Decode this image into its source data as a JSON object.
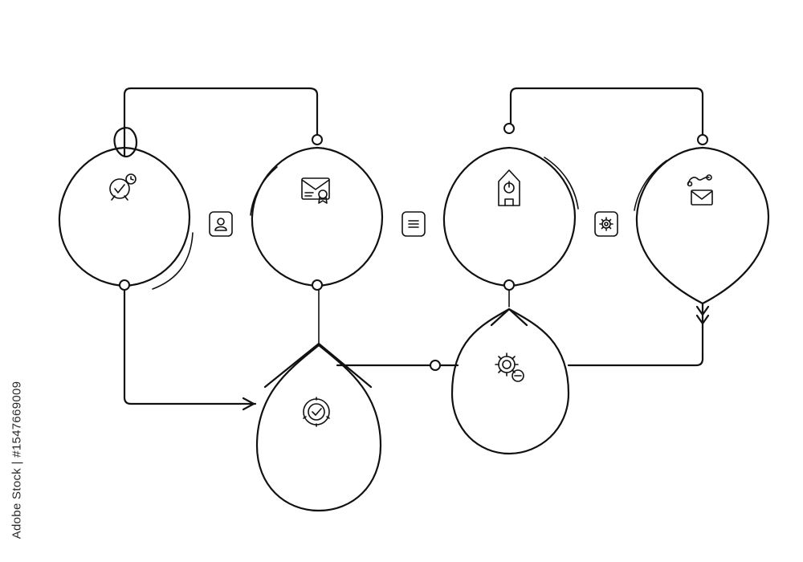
{
  "diagram": {
    "kind": "process-flow-infographic",
    "stroke_color": "#111111",
    "background_color": "#ffffff",
    "nodes": [
      {
        "id": "node-1",
        "shape": "drop-circle",
        "icon": "alarm-clock-check-icon"
      },
      {
        "id": "node-2",
        "shape": "drop-circle",
        "icon": "certificate-envelope-icon"
      },
      {
        "id": "node-3",
        "shape": "inverted-drop",
        "icon": "shield-badge-check-icon"
      },
      {
        "id": "node-4",
        "shape": "inverted-drop",
        "icon": "gear-minus-icon"
      },
      {
        "id": "node-5",
        "shape": "drop-circle",
        "icon": "home-power-icon"
      },
      {
        "id": "node-6",
        "shape": "drop-circle",
        "icon": "mail-network-icon"
      }
    ],
    "badges": [
      {
        "id": "badge-1",
        "icon": "user-icon"
      },
      {
        "id": "badge-2",
        "icon": "list-icon"
      },
      {
        "id": "badge-3",
        "icon": "gear-icon"
      }
    ]
  },
  "watermark": {
    "text": "Adobe Stock | #1547669009"
  }
}
